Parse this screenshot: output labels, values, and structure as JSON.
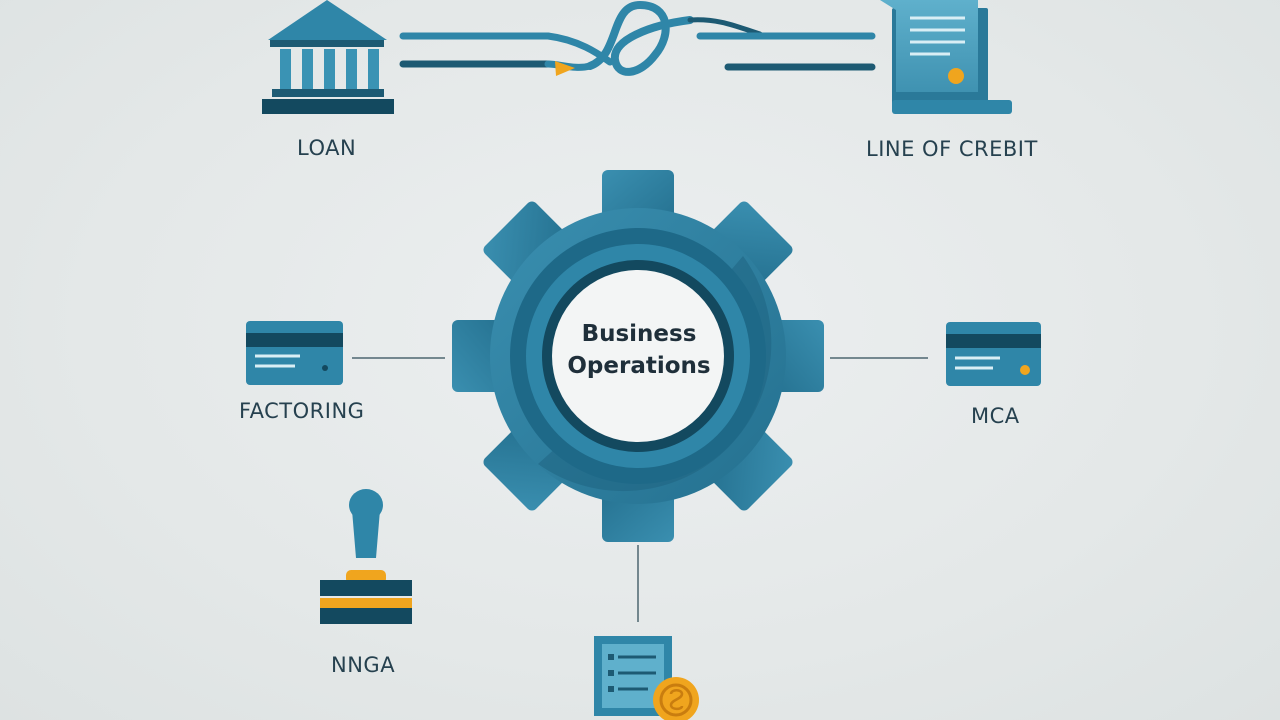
{
  "center": {
    "line1": "Business",
    "line2": "Operations"
  },
  "nodes": {
    "loan": "LOAN",
    "line_of_credit": "LINE OF CREBIT",
    "factoring": "FACTORING",
    "mca": "MCA",
    "nnga": "NNGA"
  },
  "colors": {
    "background": "#e3e7e7",
    "primary_teal": "#2e7f9e",
    "dark_teal": "#1d5a73",
    "navy": "#13495f",
    "accent_gold": "#f0a51e",
    "connector": "#4d6670"
  },
  "icons": {
    "loan": "bank-building-icon",
    "line_of_credit": "document-icon",
    "factoring": "credit-card-icon",
    "mca": "credit-card-icon",
    "nnga": "rubber-stamp-icon",
    "bottom": "invoice-coin-icon",
    "center": "gear-icon",
    "top_connector": "rope-knot-icon"
  }
}
